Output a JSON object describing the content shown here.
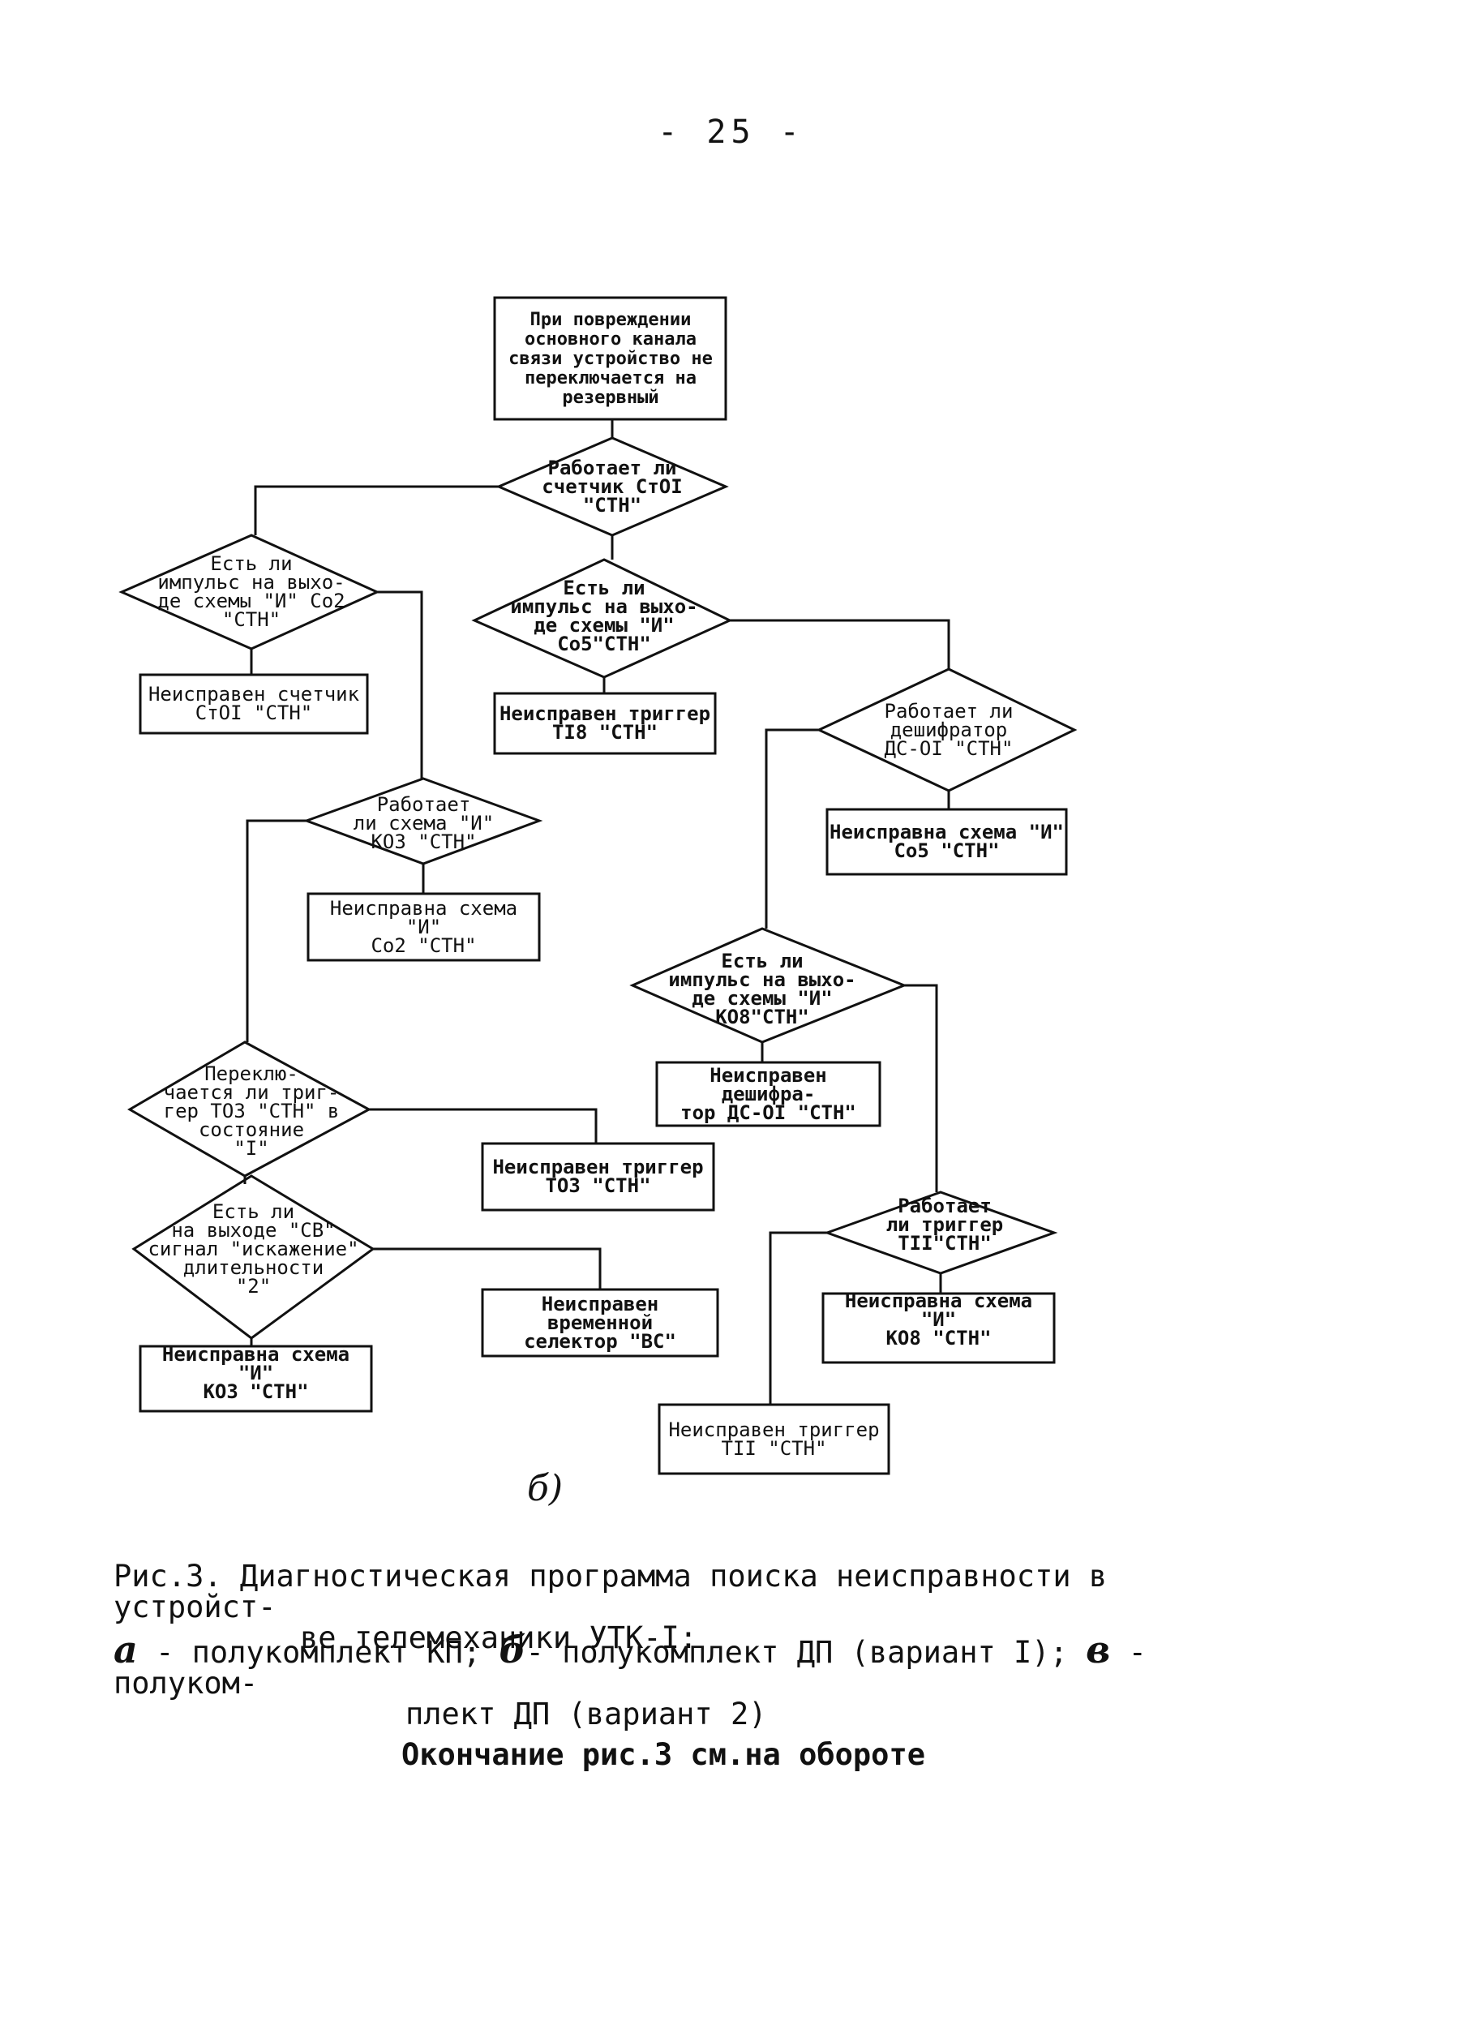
{
  "page_number": "- 25 -",
  "nodes": {
    "start": "При повреждении основного канала связи устройство не переключается на резервный",
    "d_counter": "Работает ли\nсчетчик СтОI\n\"СТН\"",
    "d_impulse_co2": "Есть ли\nимпульс на выхо-\nде схемы \"И\" Со2\n\"СТН\"",
    "r_counter": "Неисправен счетчик\nСтОI \"СТН\"",
    "d_impulse_co5": "Есть ли\nимпульс на выхо-\nде схемы \"И\"\nСо5\"СТН\"",
    "r_trigger_t18": "Неисправен триггер\nТI8 \"СТН\"",
    "d_decoder": "Работает ли\nдешифратор\nДС-ОI \"СТН\"",
    "r_co5": "Неисправна схема \"И\"\nСо5 \"СТН\"",
    "d_k03": "Работает\nли схема \"И\"\nКО3 \"СТН\"",
    "r_co2": "Неисправна схема \"И\"\nСо2 \"СТН\"",
    "d_impulse_k08": "Есть ли\nимпульс на выхо-\nде схемы \"И\"\nКО8\"СТН\"",
    "r_decoder": "Неисправен дешифра-\nтор ДС-ОI \"СТН\"",
    "d_t03": "Переклю-\nчается ли триг-\nгер ТО3 \"СТН\" в\nсостояние\n\"I\"",
    "r_trigger_t03": "Неисправен триггер\nТО3 \"СТН\"",
    "d_t11": "Работает\nли триггер\nТII\"СТН\"",
    "d_signal": "Есть ли\nна выходе \"СВ\"\nсигнал \"искажение\"\nдлительности\n\"2\"",
    "r_selector": "Неисправен временной\nселектор \"ВС\"",
    "r_k08": "Неисправна схема \"И\"\nКО8 \"СТН\"",
    "r_k03": "Неисправна схема \"И\"\nКО3 \"СТН\"",
    "r_trigger_t11": "Неисправен триггер\nТII \"СТН\""
  },
  "subfig_label": "б)",
  "caption": {
    "line1": "Рис.3. Диагностическая программа поиска неисправности в устройст-",
    "line2": "ве телемеханики УТК-I:",
    "mark_a": "а",
    "part_a": " - полукомплект КП; ",
    "mark_b": "б",
    "part_b": "- полукомплект ДП (вариант I); ",
    "mark_v": "в",
    "part_v": " - полуком-",
    "line4": "плект ДП (вариант 2)",
    "footer": "Окончание рис.3  см.на обороте"
  }
}
